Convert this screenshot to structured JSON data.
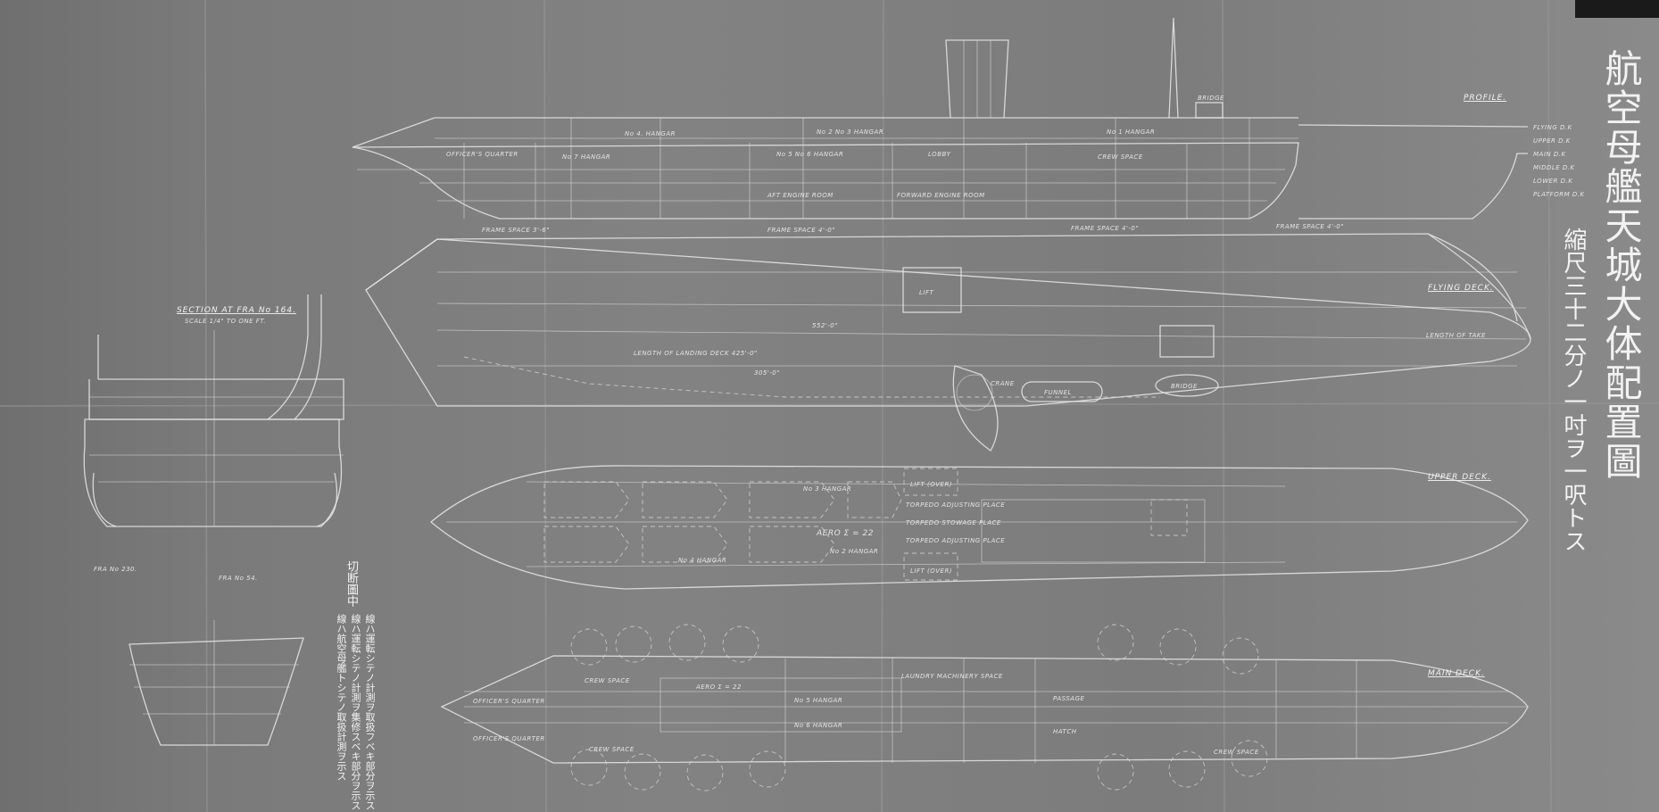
{
  "title": {
    "main": "航空母艦天城大体配置圖",
    "scale": "縮尺三十二分ノ一吋ヲ一呎トス"
  },
  "note": {
    "heading": "切断圖中",
    "lines": [
      "線ハ運転シテノ計測ヲ取扱フベキ部分ヲ示ス",
      "線ハ運転シテノ計測ヲ集修スベキ部分ヲ示ス",
      "線ハ航空母艦トシテノ取扱計測ヲ示ス"
    ]
  },
  "views": {
    "profile": "PROFILE.",
    "flying_deck": "FLYING DECK.",
    "upper_deck": "UPPER DECK.",
    "main_deck": "MAIN DECK.",
    "section": "SECTION AT FRA No 164.",
    "section_scale": "SCALE 1/4\" TO ONE FT.",
    "frame_54": "FRA No 54.",
    "frame_230": "FRA No 230."
  },
  "deck_levels": [
    "FLYING D.K",
    "UPPER D.K",
    "MAIN D.K",
    "MIDDLE D.K",
    "LOWER D.K",
    "PLATFORM D.K"
  ],
  "profile_labels": {
    "hangar4": "No 4. HANGAR",
    "hangar23": "No 2 No 3 HANGAR",
    "hangar1": "No 1 HANGAR",
    "hangar56": "No 5 No 6 HANGAR",
    "hangar7": "No 7 HANGAR",
    "officers": "OFFICER'S QUARTER",
    "lobby": "LOBBY",
    "aft_engine": "AFT ENGINE ROOM",
    "fwd_engine": "FORWARD ENGINE ROOM",
    "crew_space": "CREW SPACE",
    "bridge": "BRIDGE",
    "frame_space_1": "FRAME SPACE 3'-6\"",
    "frame_space_2": "FRAME SPACE 4'-0\"",
    "frame_space_3": "FRAME SPACE 4'-0\"",
    "frame_space_4": "FRAME SPACE 4'-0\""
  },
  "flying_labels": {
    "landing": "LENGTH OF LANDING DECK 425'-0\"",
    "dim1": "552'-0\"",
    "dim2": "305'-0\"",
    "lift": "LIFT",
    "crane": "CRANE",
    "funnel": "FUNNEL",
    "bridge": "BRIDGE",
    "takeoff": "LENGTH OF TAKE"
  },
  "upper_labels": {
    "aero": "AERO Σ = 22",
    "hangar3": "No 3 HANGAR",
    "hangar2": "No 2 HANGAR",
    "hangar4": "No 4 HANGAR",
    "lift_over": "LIFT (OVER)",
    "lift_over2": "LIFT (OVER)",
    "torpedo1": "TORPEDO ADJUSTING PLACE",
    "torpedo2": "TORPEDO STOWAGE PLACE",
    "torpedo3": "TORPEDO ADJUSTING PLACE"
  },
  "main_labels": {
    "crew1": "CREW SPACE",
    "crew2": "CREW SPACE",
    "crew3": "CREW SPACE",
    "officers": "OFFICER'S QUARTER",
    "officers2": "OFFICER'S QUARTER",
    "laundry": "LAUNDRY MACHINERY SPACE",
    "hatch": "HATCH",
    "passage": "PASSAGE",
    "hangar5": "No 5 HANGAR",
    "hangar6": "No 6 HANGAR",
    "aero": "AERO Σ = 22"
  },
  "colors": {
    "paper": "#7d7d7d",
    "ink": "#e8e8e8"
  }
}
